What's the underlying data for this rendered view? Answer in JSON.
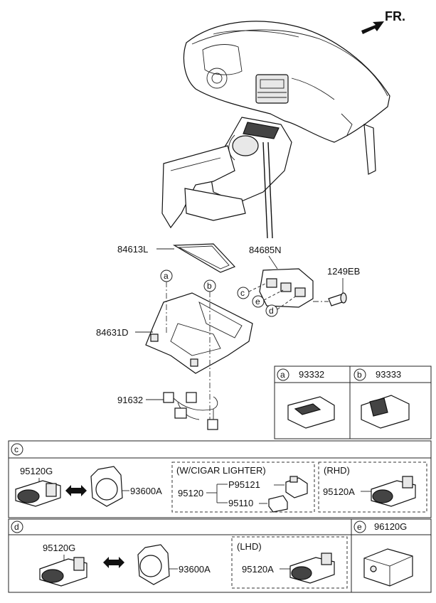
{
  "direction_label": "FR.",
  "callouts": {
    "a": "a",
    "b": "b",
    "c": "c",
    "d": "d",
    "e": "e"
  },
  "parts": {
    "p84613L": "84613L",
    "p84685N": "84685N",
    "p1249EB": "1249EB",
    "p84631D": "84631D",
    "p91632": "91632",
    "p93332": "93332",
    "p93333": "93333",
    "p96120G": "96120G"
  },
  "section_c": {
    "p95120G": "95120G",
    "p93600A": "93600A",
    "cigar_title": "(W/CIGAR LIGHTER)",
    "p95120": "95120",
    "p95121": "P95121",
    "p95110": "95110",
    "rhd_title": "(RHD)",
    "p95120A": "95120A"
  },
  "section_d": {
    "p95120G": "95120G",
    "p93600A": "93600A",
    "lhd_title": "(LHD)",
    "p95120A": "95120A"
  }
}
